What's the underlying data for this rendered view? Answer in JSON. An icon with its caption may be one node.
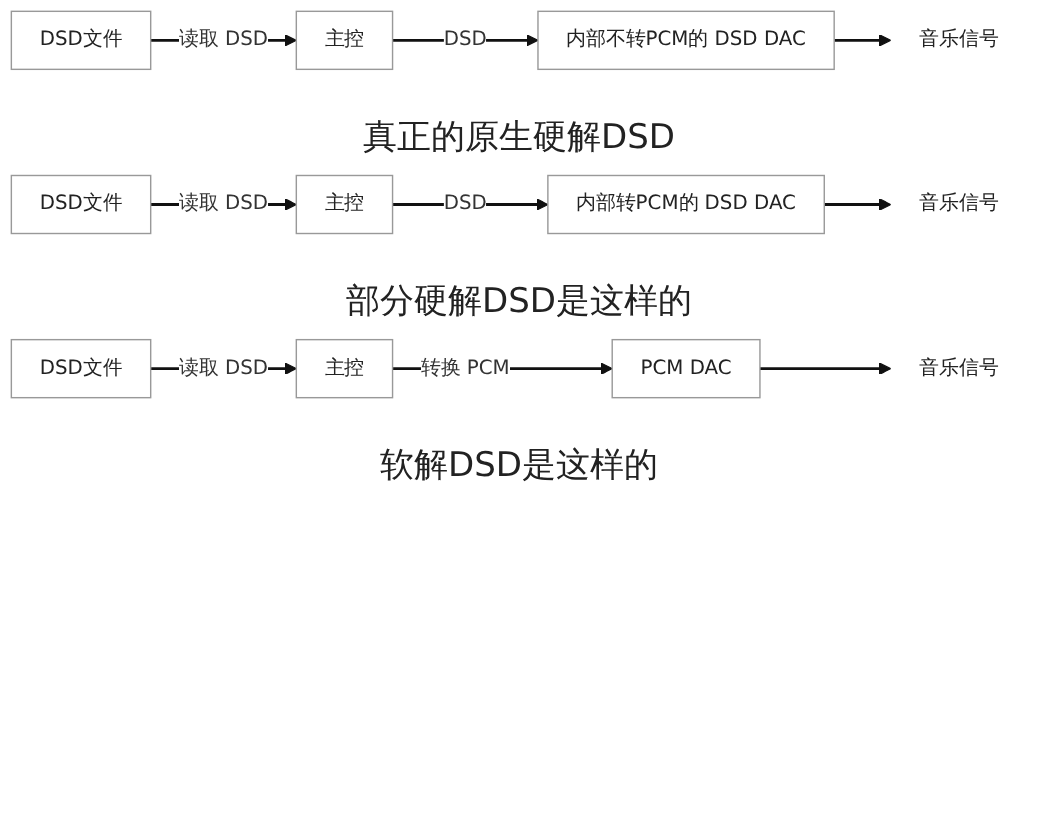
{
  "diagram": {
    "nodes": [
      {
        "text": [
          "DSD文件"
        ]
      },
      {
        "text": [
          "主控"
        ]
      },
      {
        "text": [
          "内部不转PCM的 DSD DAC"
        ]
      },
      {
        "text": [
          "音乐信号"
        ]
      },
      {
        "text": [
          "DSD文件"
        ]
      },
      {
        "text": [
          "主控"
        ]
      },
      {
        "text": [
          "内部转PCM的 DSD DAC"
        ]
      },
      {
        "text": [
          "音乐信号"
        ]
      },
      {
        "text": [
          "DSD文件"
        ]
      },
      {
        "text": [
          "主控"
        ]
      },
      {
        "text": [
          "PCM DAC"
        ]
      },
      {
        "text": [
          "音乐信号"
        ]
      }
    ],
    "edges": [
      {
        "from": 0,
        "to": 1,
        "arrow": "to",
        "label": "读取 DSD"
      },
      {
        "from": 1,
        "to": 2,
        "arrow": "to",
        "label": "DSD"
      },
      {
        "from": 2,
        "to": 3,
        "arrow": "to"
      },
      {
        "from": 4,
        "to": 5,
        "arrow": "to",
        "label": "读取 DSD"
      },
      {
        "from": 5,
        "to": 6,
        "arrow": "to",
        "label": "DSD"
      },
      {
        "from": 6,
        "to": 7,
        "arrow": "to"
      },
      {
        "from": 8,
        "to": 9,
        "arrow": "to",
        "label": "读取 DSD"
      },
      {
        "from": 9,
        "to": 10,
        "arrow": "to",
        "label": "转换 PCM"
      },
      {
        "from": 10,
        "to": 11,
        "arrow": "to"
      }
    ],
    "labels": [
      "真正的原生硬解DSD",
      "部分硬解DSD是这样的",
      "软解DSD是这样的"
    ]
  }
}
